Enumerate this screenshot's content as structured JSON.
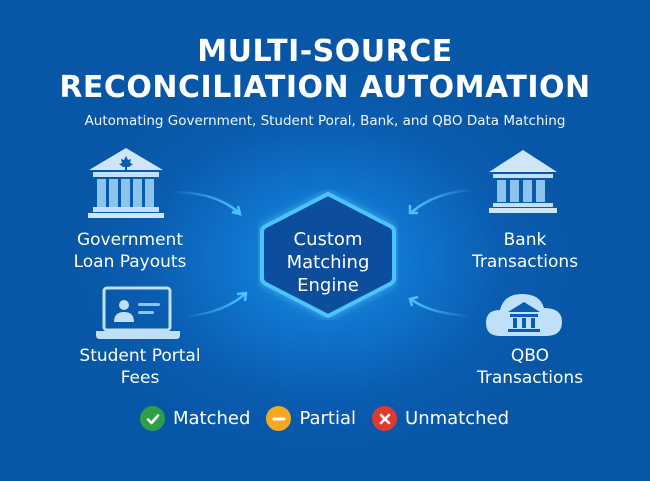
{
  "header": {
    "title_line1": "MULTI-SOURCE",
    "title_line2": "RECONCILIATION AUTOMATION",
    "subtitle": "Automating Government, Student Poral, Bank, and QBO Data Matching"
  },
  "sources": {
    "government": {
      "line1": "Government",
      "line2": "Loan Payouts",
      "icon": "government-building-icon"
    },
    "student": {
      "line1": "Student Portal",
      "line2": "Fees",
      "icon": "laptop-profile-icon"
    },
    "bank": {
      "line1": "Bank",
      "line2": "Transactions",
      "icon": "bank-building-icon"
    },
    "qbo": {
      "line1": "QBO",
      "line2": "Transactions",
      "icon": "cloud-bank-icon"
    }
  },
  "engine": {
    "line1": "Custom",
    "line2": "Matching",
    "line3": "Engine"
  },
  "legend": [
    {
      "label": "Matched",
      "color": "#2e9e48",
      "icon": "check-icon"
    },
    {
      "label": "Partial",
      "color": "#f5a623",
      "icon": "minus-icon"
    },
    {
      "label": "Unmatched",
      "color": "#e0392f",
      "icon": "x-icon"
    }
  ],
  "colors": {
    "background": "#0858a8",
    "glow": "#1a8fe0",
    "icon_fill": "#bfe0f7",
    "accent": "#4cc3ff"
  }
}
